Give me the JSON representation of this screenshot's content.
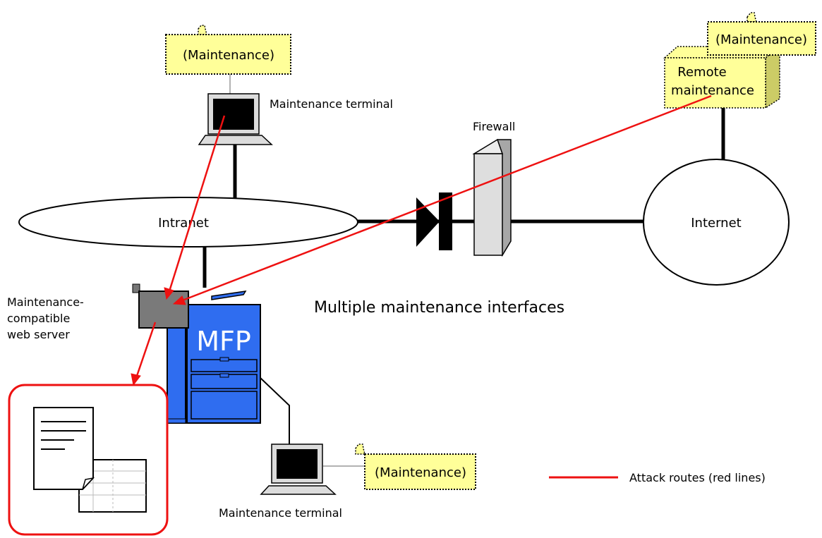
{
  "labels": {
    "maintenance_top": "(Maintenance)",
    "maintenance_terminal_top": "Maintenance terminal",
    "maintenance_remote": "(Maintenance)",
    "remote_line1": "Remote",
    "remote_line2": "maintenance",
    "firewall": "Firewall",
    "intranet": "Intranet",
    "internet": "Internet",
    "server_line1": "Maintenance-",
    "server_line2": "compatible",
    "server_line3": "web server",
    "mfp": "MFP",
    "center_title": "Multiple maintenance interfaces",
    "maintenance_bottom": "(Maintenance)",
    "maintenance_terminal_bottom": "Maintenance terminal",
    "legend": "Attack routes (red lines)"
  },
  "colors": {
    "attack": "#ee1111",
    "note_fill": "#ffff99",
    "note_dark": "#cccc66",
    "mfp_blue": "#2f6df0",
    "server_gray": "#7a7a7a",
    "firewall_light": "#dedede",
    "firewall_dark": "#a7a7a7"
  }
}
